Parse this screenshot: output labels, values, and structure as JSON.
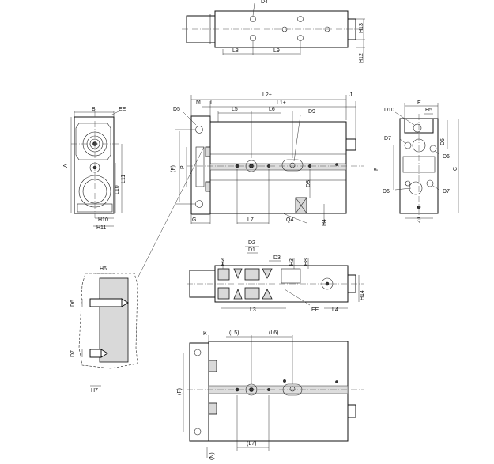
{
  "labels": {
    "top_view": {
      "d4": "D4",
      "l8": "L8",
      "l9": "L9",
      "h13": "H13",
      "h12": "H12"
    },
    "front_view": {
      "m": "M",
      "i": "I",
      "l2": "L2+",
      "l1": "L1+",
      "j": "J",
      "d5": "D5",
      "l5": "L5",
      "l6": "L6",
      "d9": "D9",
      "f": "(F)",
      "p": "P",
      "d8": "D8",
      "g": "G",
      "l7": "L7",
      "q4": "Q4",
      "h4": "H4"
    },
    "left_view": {
      "b": "B",
      "ee": "EE",
      "a": "A",
      "l11": "L11",
      "l10": "L10",
      "h10": "H10",
      "h11": "H11"
    },
    "right_view": {
      "d10": "D10",
      "e": "E",
      "h5": "H5",
      "d7_a": "D7",
      "d5": "D5",
      "d6_a": "D6",
      "f": "F",
      "c": "C",
      "d6_b": "D6",
      "d7_b": "D7",
      "q": "Q"
    },
    "section_view": {
      "d2": "D2",
      "d1": "D1",
      "d3": "D3",
      "h2": "H2",
      "h3": "H3",
      "h8": "H8",
      "l3": "L3",
      "ee": "EE",
      "l4": "L4",
      "h14": "H14"
    },
    "detail_view": {
      "h6": "H6",
      "d6": "D6",
      "d7": "D7",
      "h7": "H7"
    },
    "bottom_view": {
      "k": "K",
      "l5": "(L5)",
      "l6": "(L6)",
      "f": "(F)",
      "l7": "(L7)",
      "n": "(N)"
    }
  }
}
